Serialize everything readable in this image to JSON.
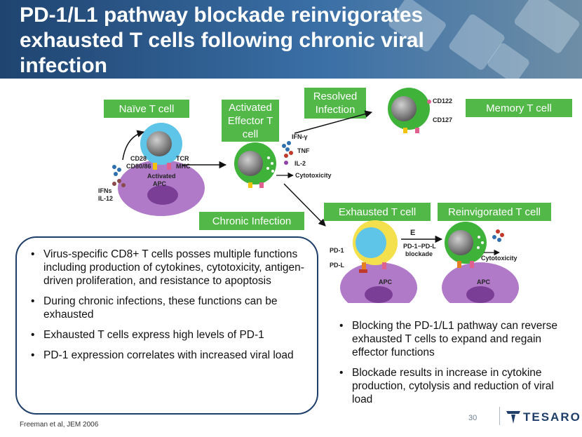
{
  "title": "PD-1/L1 pathway blockade reinvigorates exhausted T cells following chronic viral infection",
  "labels": {
    "naive": "Naïve T cell",
    "activated": "Activated Effector T cell",
    "resolved": "Resolved Infection",
    "memory": "Memory T cell",
    "chronic": "Chronic Infection",
    "exhausted": "Exhausted T cell",
    "reinvigorated": "Reinvigorated T cell"
  },
  "diagram": {
    "cd28": "CD28",
    "cd8086": "CD80/86",
    "tcr": "TCR",
    "mhc": "MHC",
    "activated_apc_1": "Activated",
    "activated_apc_2": "APC",
    "ifns": "IFNs",
    "il12": "IL-12",
    "ifng": "IFN-γ",
    "tnf": "TNF",
    "il2": "IL-2",
    "cytotoxicity": "Cytotoxicity",
    "cd122": "CD122",
    "cd127": "CD127",
    "pd1": "PD-1",
    "pdl": "PD-L",
    "apc": "APC",
    "e": "E",
    "blockade_1": "PD-1−PD-L",
    "blockade_2": "blockade",
    "cytotoxicity2": "Cytotoxicity"
  },
  "left_bullets": [
    "Virus-specific CD8+ T cells posses multiple functions including production of cytokines, cytotoxicity, antigen-driven proliferation, and resistance to apoptosis",
    "During chronic infections, these functions can be exhausted",
    "Exhausted T cells express high levels of PD-1",
    "PD-1 expression correlates with increased viral load"
  ],
  "right_bullets": [
    "Blocking the PD-1/L1 pathway can reverse exhausted T cells to expand and regain effector functions",
    "Blockade results in increase in cytokine production, cytolysis and reduction of viral load"
  ],
  "footnote": "Freeman et al, JEM 2006",
  "page_number": "30",
  "logo_text": "TESARO",
  "colors": {
    "banner": "#2b5a8c",
    "label_green": "#52b948",
    "box_border": "#1f3f6a",
    "cell_green": "#3fb23a",
    "apc_purple": "#b07ac8"
  }
}
